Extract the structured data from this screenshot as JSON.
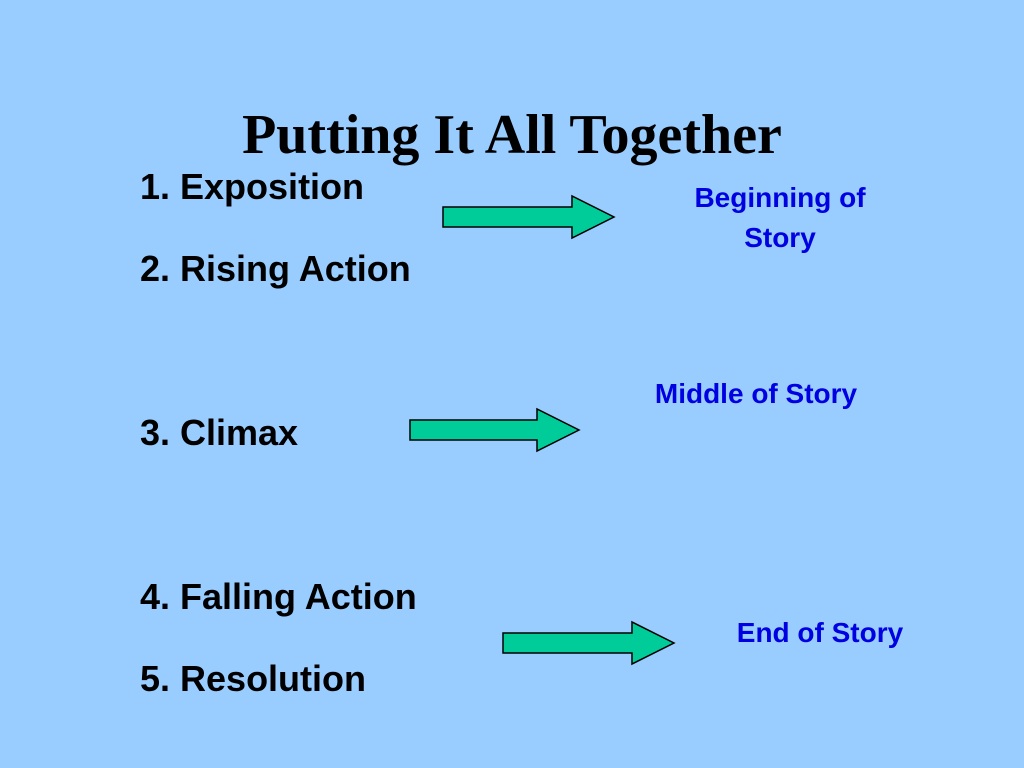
{
  "slide": {
    "title": "Putting It All Together",
    "steps": [
      "1. Exposition",
      "2. Rising Action",
      "3. Climax",
      "4. Falling Action",
      "5. Resolution"
    ],
    "notes": {
      "beginning_line1": "Beginning of",
      "beginning_line2": "Story",
      "middle": "Middle of Story",
      "end": "End of Story"
    },
    "colors": {
      "background": "#99ccff",
      "arrow_fill": "#00cc99",
      "note_text": "#0000e0"
    },
    "icons": [
      "right-arrow-icon"
    ]
  }
}
